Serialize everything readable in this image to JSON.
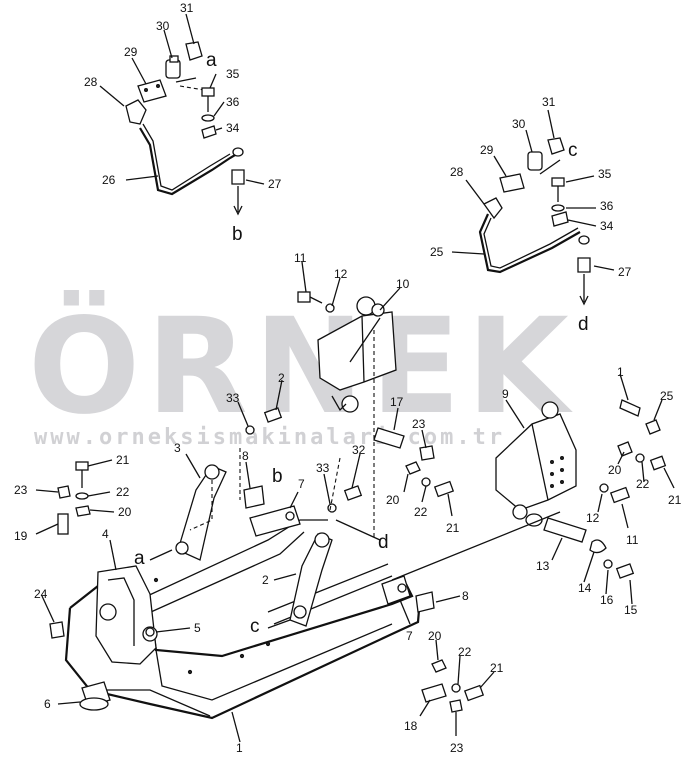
{
  "watermark": {
    "text": "ÖRNEK",
    "url": "www.orneksismakinalari.com.tr"
  },
  "diagram": {
    "callouts": [
      "1",
      "2",
      "3",
      "4",
      "5",
      "6",
      "7",
      "8",
      "9",
      "10",
      "11",
      "12",
      "13",
      "14",
      "15",
      "16",
      "17",
      "18",
      "19",
      "20",
      "21",
      "22",
      "23",
      "24",
      "25",
      "26",
      "27",
      "28",
      "29",
      "30",
      "31",
      "32",
      "33",
      "34",
      "35",
      "36"
    ],
    "connectors": [
      "a",
      "b",
      "c",
      "d"
    ]
  }
}
